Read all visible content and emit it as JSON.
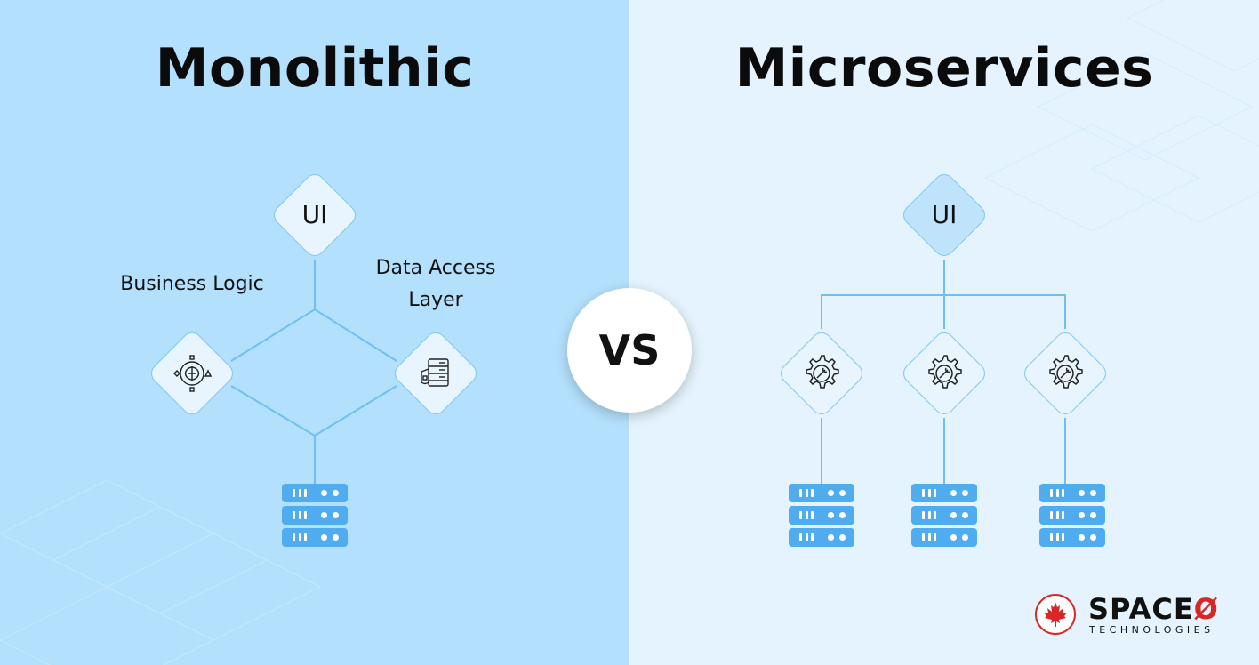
{
  "left": {
    "title": "Monolithic",
    "ui_label": "UI",
    "business_logic_label": "Business Logic",
    "data_access_line1": "Data Access",
    "data_access_line2": "Layer"
  },
  "vs_label": "VS",
  "right": {
    "title": "Microservices",
    "ui_label": "UI"
  },
  "logo": {
    "brand": "SPACE",
    "brand_suffix": "Ø",
    "subtitle": "TECHNOLOGIES"
  },
  "colors": {
    "left_bg": "#b3e0fc",
    "right_bg": "#e4f3fd",
    "line": "#6cc0f3",
    "database": "#4eacef",
    "logo_red": "#d62828"
  },
  "icons": [
    "brain-cog-icon",
    "server-lock-icon",
    "gear-wrench-icon",
    "database-icon",
    "maple-leaf-icon"
  ]
}
